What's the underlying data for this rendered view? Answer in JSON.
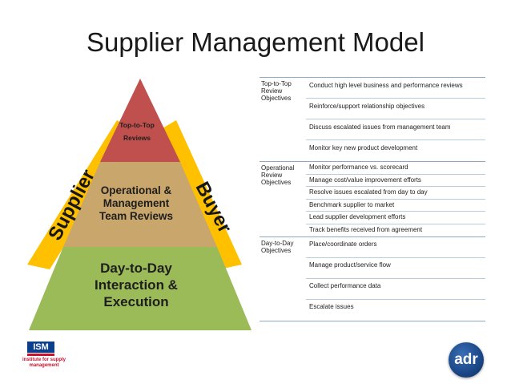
{
  "title": "Supplier Management Model",
  "pyramid": {
    "top_label": "Top-to-Top Reviews",
    "middle_label": "Operational & Management Team Reviews",
    "bottom_label": "Day-to-Day Interaction & Execution",
    "left_side": "Supplier",
    "right_side": "Buyer",
    "colors": {
      "top": "#c0504d",
      "middle": "#c9a66b",
      "bottom": "#9bbb59",
      "side_bars": "#ffc000"
    }
  },
  "table": {
    "groups": [
      {
        "label": "Top-to-Top Review Objectives",
        "rows": [
          "Conduct high level business and  performance reviews",
          "Reinforce/support relationship objectives",
          "Discuss escalated issues from management team",
          "Monitor key new product development"
        ]
      },
      {
        "label": "Operational Review Objectives",
        "rows": [
          "Monitor performance vs. scorecard",
          "Manage cost/value improvement efforts",
          "Resolve issues escalated from day to day",
          "Benchmark supplier to market",
          "Lead supplier development efforts",
          "Track benefits received from agreement"
        ]
      },
      {
        "label": "Day-to-Day Objectives",
        "rows": [
          "Place/coordinate orders",
          "Manage product/service flow",
          "Collect performance data",
          "Escalate issues"
        ]
      }
    ]
  },
  "logos": {
    "ism_text": "ISM",
    "ism_caption": "institute for supply management",
    "adr_text": "adr"
  }
}
